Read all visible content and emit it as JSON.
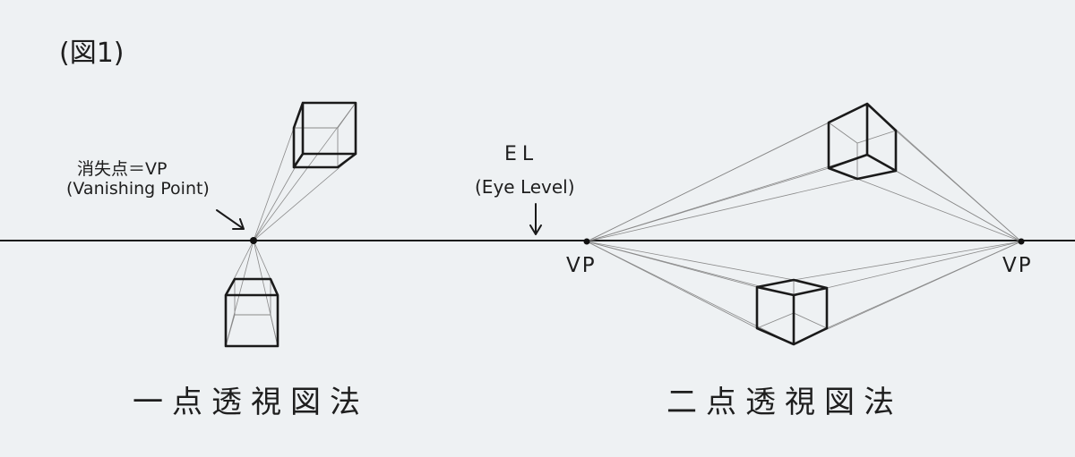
{
  "figure_label": "(図1)",
  "one_point": {
    "vp_label_jp": "消失点＝VP",
    "vp_label_en": "(Vanishing Point)",
    "caption": "一点透視図法"
  },
  "eye_level": {
    "label": "EL",
    "sublabel": "(Eye Level)"
  },
  "two_point": {
    "vp_left": "VP",
    "vp_right": "VP",
    "caption": "二点透視図法"
  }
}
